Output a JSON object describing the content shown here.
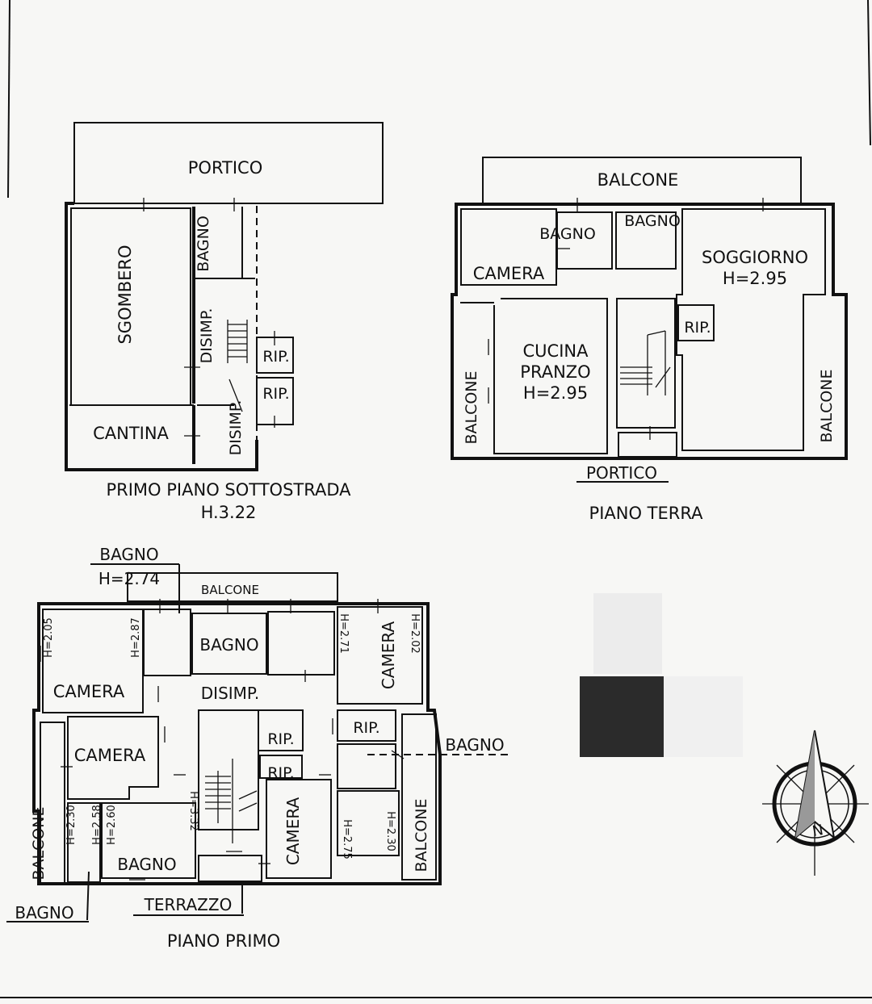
{
  "plans": {
    "basement": {
      "title": "PRIMO PIANO SOTTOSTRADA",
      "height": "H.3.22",
      "rooms": {
        "portico": "PORTICO",
        "sgombero": "SGOMBERO",
        "bagno": "BAGNO",
        "disimp_upper": "DISIMP.",
        "disimp_lower": "DISIMP.",
        "rip_upper": "RIP.",
        "rip_lower": "RIP.",
        "cantina": "CANTINA"
      }
    },
    "ground": {
      "title": "PIANO TERRA",
      "rooms": {
        "balcone_top": "BALCONE",
        "bagno_left": "BAGNO",
        "bagno_right": "BAGNO",
        "camera": "CAMERA",
        "soggiorno": "SOGGIORNO",
        "soggiorno_h": "H=2.95",
        "rip": "RIP.",
        "cucina": "CUCINA",
        "pranzo": "PRANZO",
        "cucina_h": "H=2.95",
        "balcone_left": "BALCONE",
        "balcone_right": "BALCONE",
        "portico": "PORTICO"
      }
    },
    "first": {
      "title": "PIANO PRIMO",
      "rooms": {
        "bagno_callout": "BAGNO",
        "bagno_callout_h": "H=2.74",
        "balcone_top": "BALCONE",
        "h_205": "H=2.05",
        "h_287": "H=2.87",
        "bagno_top": "BAGNO",
        "h_271": "H=2.71",
        "camera_top_right": "CAMERA",
        "h_202": "H=2.02",
        "camera_top_left": "CAMERA",
        "disimp": "DISIMP.",
        "rip_center_1": "RIP.",
        "rip_center_2": "RIP.",
        "rip_right": "RIP.",
        "bagno_right_callout": "BAGNO",
        "camera_mid_left": "CAMERA",
        "h_332": "H=3.32",
        "h_230_left": "H=2.30",
        "h_258": "H=2.58",
        "h_260": "H=2.60",
        "bagno_bottom": "BAGNO",
        "camera_bottom": "CAMERA",
        "h_275": "H=2.75",
        "h_230_right": "H=2.30",
        "balcone_left": "BALCONE",
        "balcone_right": "BALCONE",
        "bagno_bottom_callout": "BAGNO",
        "terrazzo": "TERRAZZO"
      }
    }
  },
  "compass": {
    "north": "N"
  },
  "colors": {
    "ink": "#111111",
    "paper": "#f7f7f5",
    "redaction": "#2b2b2b"
  }
}
